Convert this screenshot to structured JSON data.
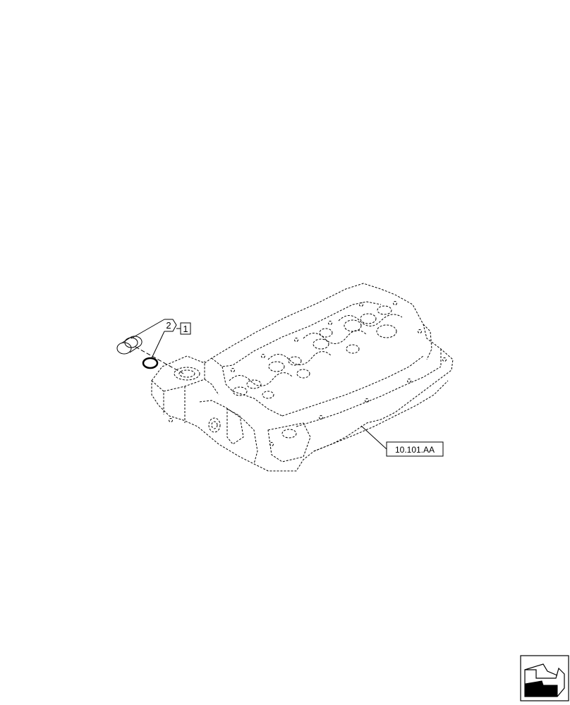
{
  "diagram": {
    "callouts": [
      {
        "id": "part-2",
        "label": "2"
      },
      {
        "id": "part-1",
        "label": "1"
      }
    ],
    "reference": {
      "label": "10.101.AA"
    },
    "nav_icon": "next-page-arrow-icon"
  }
}
